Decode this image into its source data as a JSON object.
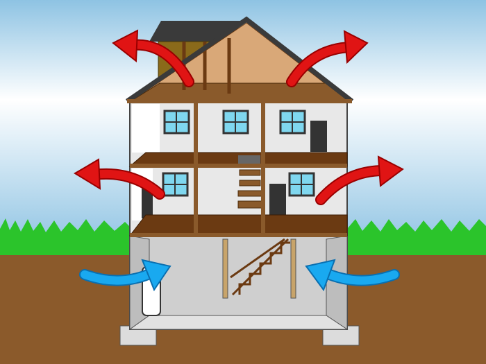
{
  "illustration": {
    "subject": "house-airflow-cross-section",
    "colors": {
      "sky_top": "#8ec3e3",
      "sky_mid": "#ffffff",
      "grass": "#2bc42b",
      "ground": "#8b5a2b",
      "exhaust_arrow": "#e01414",
      "intake_arrow": "#19a9f0",
      "floor_wood": "#6b3a12",
      "wall": "#d9d9d9",
      "roof": "#3a3a3a",
      "attic": "#d9a878"
    },
    "arrows": [
      {
        "name": "exhaust-arrow-attic-left",
        "direction": "out"
      },
      {
        "name": "exhaust-arrow-attic-right",
        "direction": "out"
      },
      {
        "name": "exhaust-arrow-floor-left",
        "direction": "out"
      },
      {
        "name": "exhaust-arrow-floor-right",
        "direction": "out"
      },
      {
        "name": "intake-arrow-basement-left",
        "direction": "in"
      },
      {
        "name": "intake-arrow-basement-right",
        "direction": "in"
      }
    ]
  }
}
